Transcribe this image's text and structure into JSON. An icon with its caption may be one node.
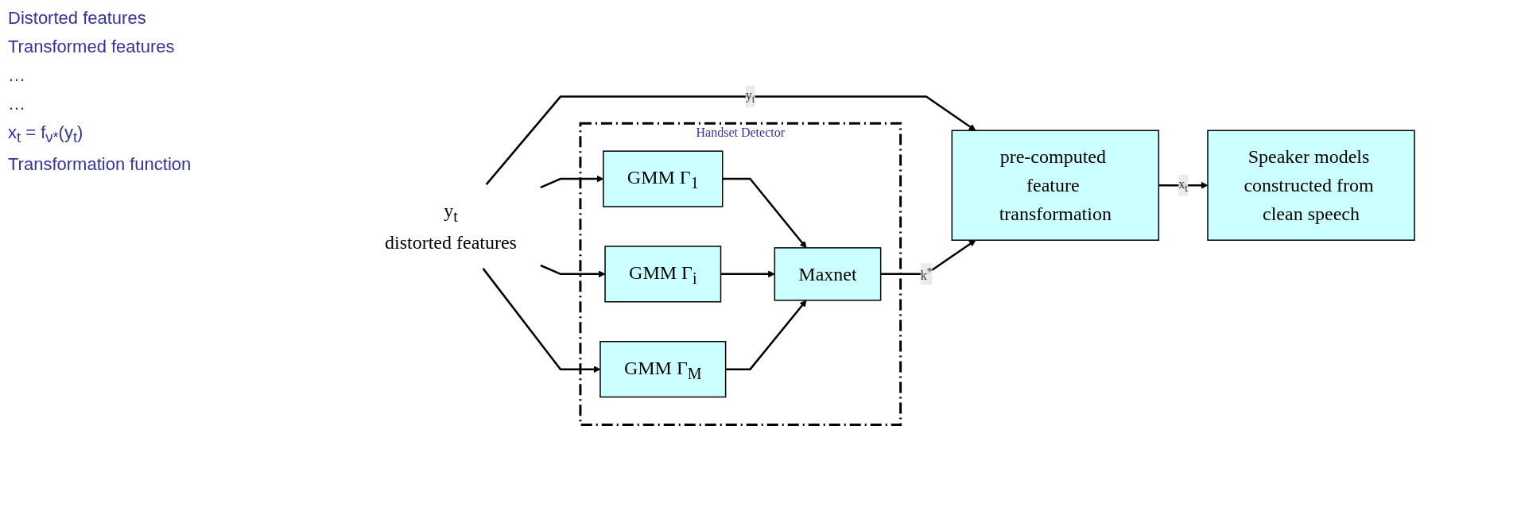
{
  "diagram": {
    "nodes": [
      {
        "text": [
          "y$_{t}$"
        ],
        "beside": [
          "distorted features"
        ]
      },
      {
        "text": [
          "Handset Detector"
        ]
      },
      {
        "text": [
          "GMM Γ$_{1}$"
        ],
        "in": 1
      },
      {
        "text": [
          "GMM Γ$_{i}$"
        ],
        "in": 1
      },
      {
        "text": [
          "GMM Γ$_{M}$"
        ],
        "in": 1
      },
      {
        "text": [
          "Maxnet"
        ],
        "in": 1
      },
      {
        "text": [
          "pre-computed feature transformation"
        ]
      },
      {
        "text": [
          "Speaker models constructed from clean speech"
        ]
      }
    ],
    "edges": [
      {
        "from": 0,
        "to": 2,
        "arrow": "to"
      },
      {
        "from": 0,
        "to": 3,
        "arrow": "to"
      },
      {
        "from": 0,
        "to": 4,
        "arrow": "to"
      },
      {
        "from": 0,
        "to": 6,
        "arrow": "to",
        "label": "y$_{t}$"
      },
      {
        "from": 2,
        "to": 5,
        "arrow": "to"
      },
      {
        "from": 3,
        "to": 5,
        "arrow": "to"
      },
      {
        "from": 4,
        "to": 5,
        "arrow": "to"
      },
      {
        "from": 5,
        "to": 6,
        "arrow": "to",
        "label": "k$^{*}$"
      },
      {
        "from": 6,
        "to": 7,
        "arrow": "to",
        "label": "x$_{t}$"
      }
    ],
    "labels": [
      "Distorted features",
      "Transformed features",
      "…",
      "…",
      "x$_{t}$ = f$_{ν*}$(y$_{t}$)",
      "Transformation function"
    ]
  }
}
